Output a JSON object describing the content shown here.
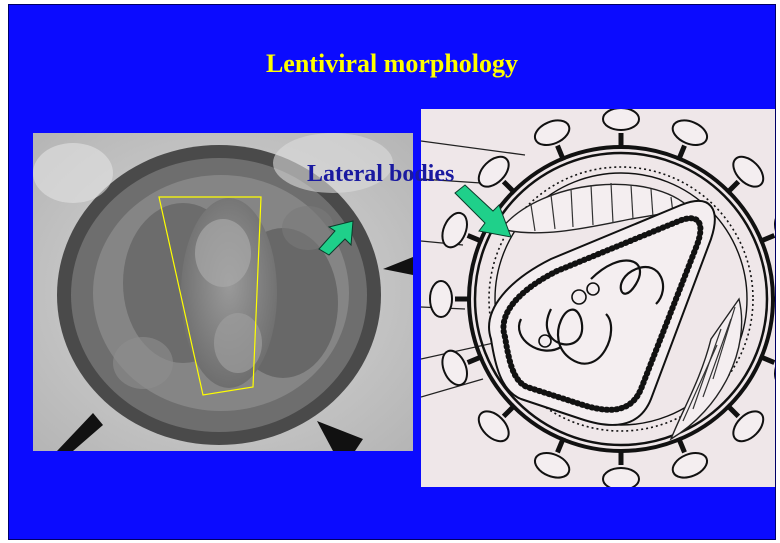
{
  "slide": {
    "title": "Lentiviral morphology",
    "annotation_label": "Lateral bodies",
    "colors": {
      "background": "#0b0bff",
      "title": "#ffff00",
      "label": "#1a1aa0",
      "arrow": "#1fd08a",
      "outline": "#ffff00"
    }
  },
  "images": {
    "left": "electron-micrograph-virion",
    "right": "lentivirus-structure-drawing"
  }
}
